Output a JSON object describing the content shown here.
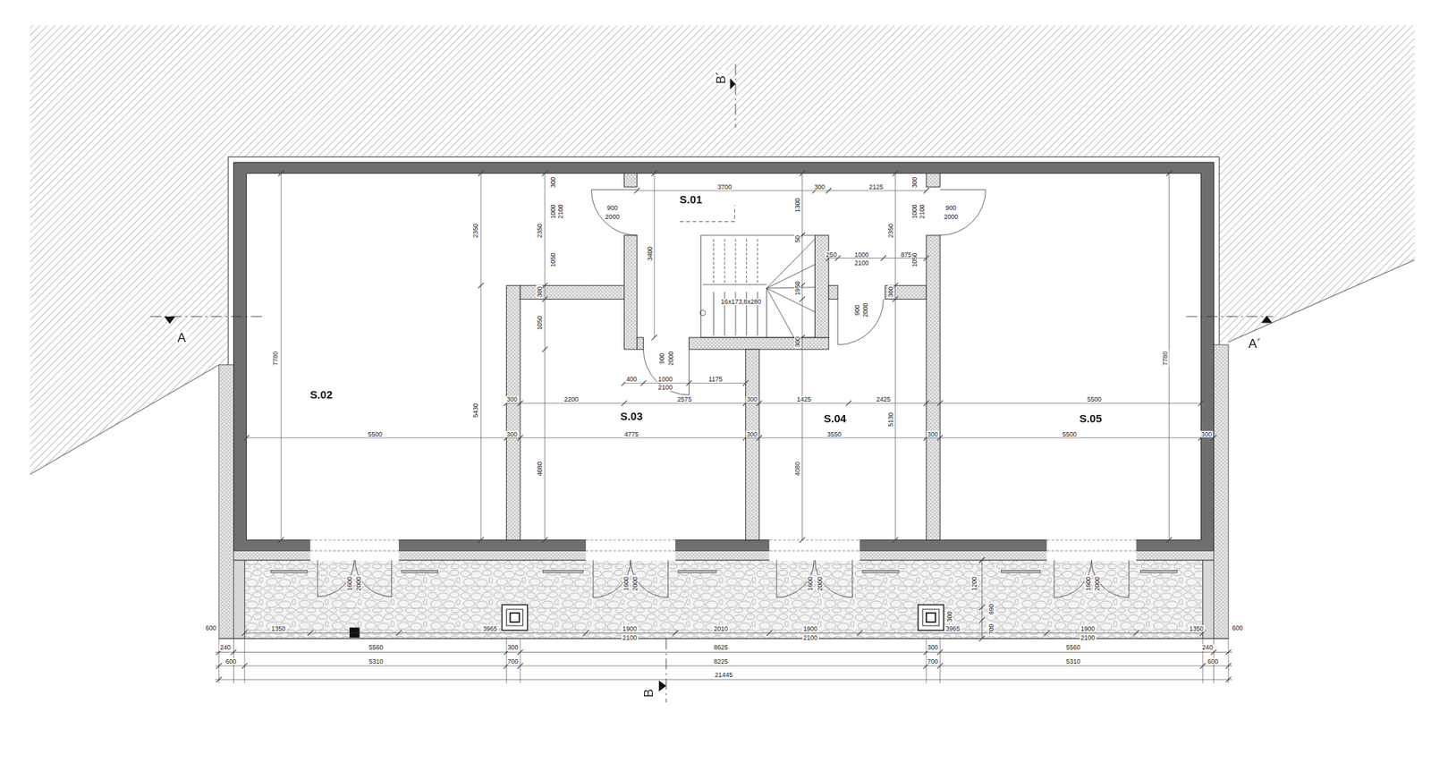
{
  "diagram": {
    "nodes": [
      {
        "text": [
          "S.01"
        ]
      },
      {
        "text": [
          "S.02"
        ]
      },
      {
        "text": [
          "S.03"
        ]
      },
      {
        "text": [
          "S.04"
        ]
      },
      {
        "text": [
          "S.05"
        ]
      }
    ],
    "labels": [
      "B´",
      "A",
      "A´",
      "B",
      "300",
      "3700",
      "300",
      "2125",
      "300",
      "900",
      "2000",
      "1000",
      "2100",
      "1300",
      "1000",
      "2100",
      "900",
      "2000",
      "2350",
      "2350",
      "2350",
      "3400",
      "50",
      "1050",
      "250",
      "1000",
      "875",
      "2100",
      "1050",
      "1950",
      "300",
      "300",
      "16x173,8x280",
      "900",
      "2000",
      "1050",
      "300",
      "900",
      "2000",
      "400",
      "1000",
      "1175",
      "2100",
      "7780",
      "7780",
      "5430",
      "5130",
      "300",
      "2200",
      "2575",
      "300",
      "1425",
      "2425",
      "5500",
      "5500",
      "300",
      "4775",
      "300",
      "3550",
      "300",
      "5500",
      "300",
      "4080",
      "4080",
      "1600",
      "2000",
      "1600",
      "2000",
      "1600",
      "2000",
      "1200",
      "690",
      "300",
      "700",
      "1600",
      "2000",
      "600",
      "600",
      "1350",
      "3965",
      "1900",
      "2100",
      "2010",
      "1900",
      "2100",
      "3965",
      "1900",
      "2100",
      "1350",
      "240",
      "5560",
      "300",
      "8625",
      "300",
      "5560",
      "240",
      "600",
      "5310",
      "700",
      "8225",
      "700",
      "5310",
      "600",
      "21445"
    ]
  }
}
